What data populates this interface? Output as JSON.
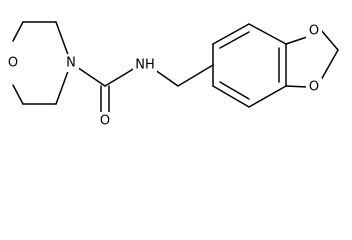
{
  "molecule": {
    "atoms": [
      {
        "id": "o_morph",
        "label": "O"
      },
      {
        "id": "n_morph",
        "label": "N"
      },
      {
        "id": "o_carbonyl",
        "label": "O"
      },
      {
        "id": "n_amide",
        "label": "NH"
      },
      {
        "id": "o_dioxole_top",
        "label": "O"
      },
      {
        "id": "o_dioxole_bottom",
        "label": "O"
      }
    ]
  }
}
